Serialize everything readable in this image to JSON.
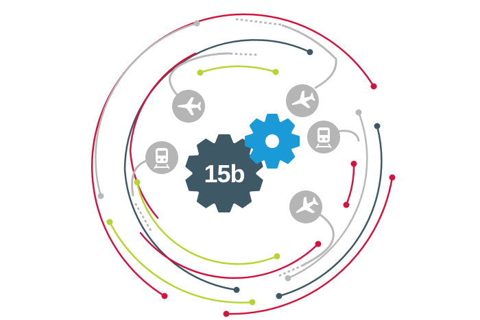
{
  "logo": {
    "text": "15b"
  },
  "colors": {
    "red": "#d1143e",
    "slate": "#3f5866",
    "gray": "#b8b8b8",
    "lime": "#b7d433",
    "gear_dark": "#3f5866",
    "gear_blue": "#1a9ad6",
    "icon_circle": "#b5b5b5",
    "icon_glyph": "#ffffff"
  },
  "icons": [
    {
      "name": "airplane-icon-left",
      "kind": "airplane-icon"
    },
    {
      "name": "airplane-icon-top-right",
      "kind": "airplane-icon"
    },
    {
      "name": "airplane-icon-bottom-right",
      "kind": "airplane-icon"
    },
    {
      "name": "train-icon-left",
      "kind": "train-icon"
    },
    {
      "name": "train-icon-right",
      "kind": "train-icon"
    }
  ]
}
